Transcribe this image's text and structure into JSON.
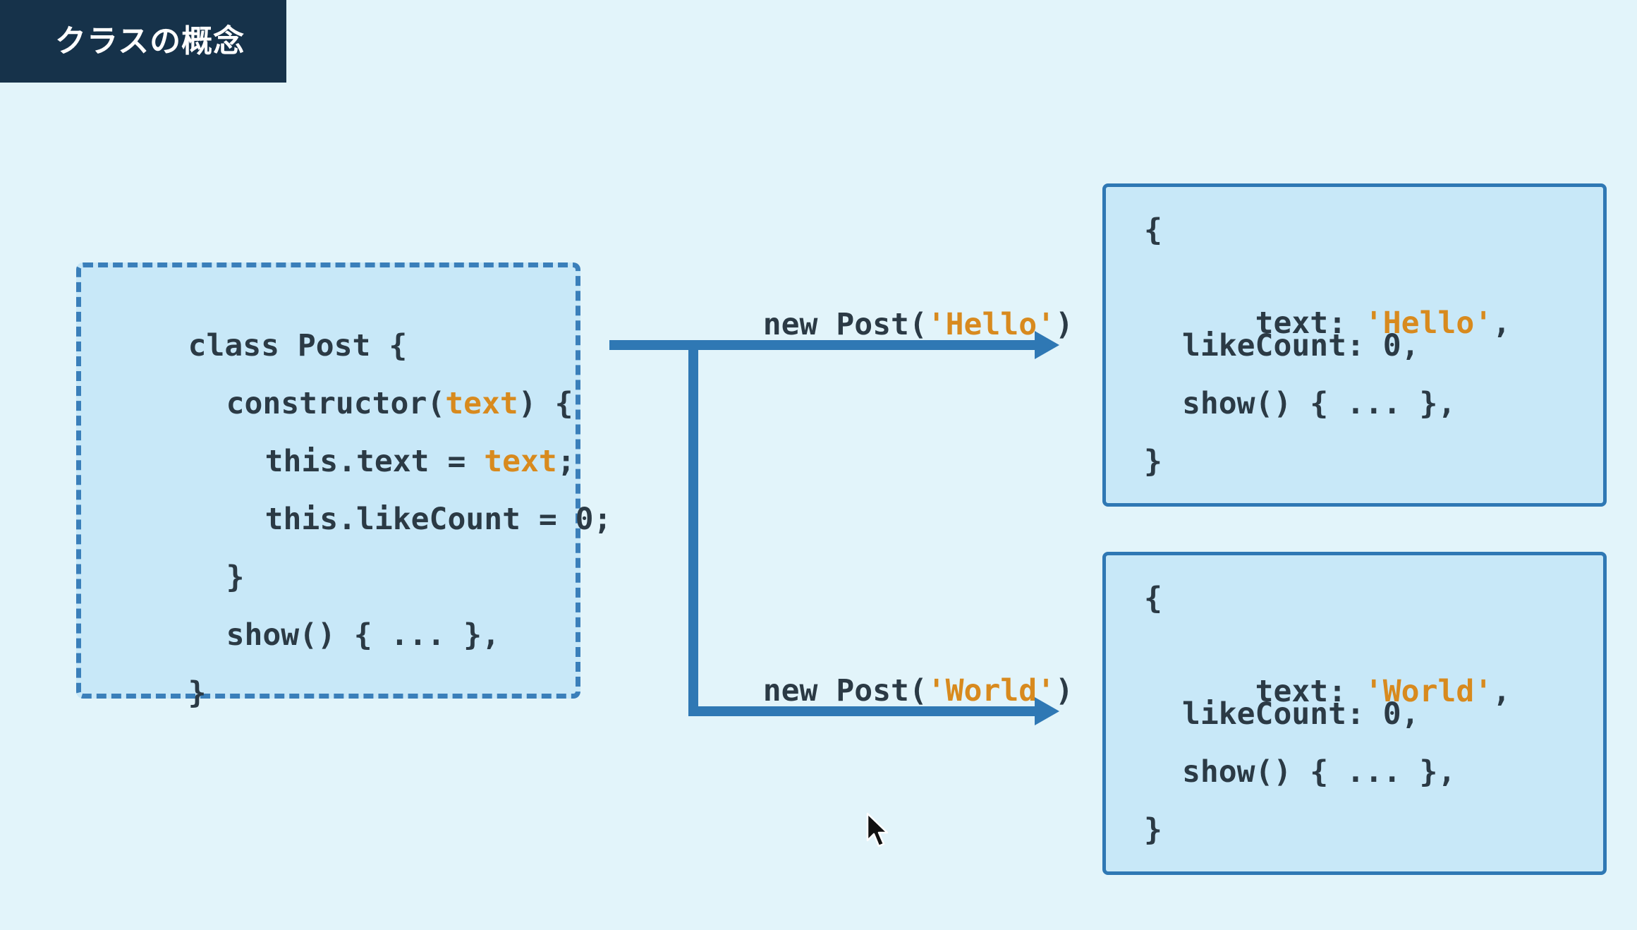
{
  "slide": {
    "title": "クラスの概念"
  },
  "class_block": {
    "lines": [
      [
        {
          "t": "class Post {",
          "s": false
        }
      ],
      [
        {
          "t": "constructor(",
          "s": false
        },
        {
          "t": "text",
          "s": true
        },
        {
          "t": ") {",
          "s": false
        }
      ],
      [
        {
          "t": "this.text = ",
          "s": false
        },
        {
          "t": "text",
          "s": true
        },
        {
          "t": ";",
          "s": false
        }
      ],
      [
        {
          "t": "this.likeCount = 0;",
          "s": false
        }
      ],
      [
        {
          "t": "}",
          "s": false
        }
      ],
      [
        {
          "t": "show() { ... },",
          "s": false
        }
      ],
      [
        {
          "t": "}",
          "s": false
        }
      ]
    ]
  },
  "instantiations": [
    {
      "call_prefix": "new Post(",
      "arg": "'Hello'",
      "call_suffix": ")",
      "object": {
        "open": "{",
        "text_key": "text: ",
        "text_value": "'Hello'",
        "text_suffix": ",",
        "like_count": "likeCount: 0,",
        "show": "show() { ... },",
        "close": "}"
      }
    },
    {
      "call_prefix": "new Post(",
      "arg": "'World'",
      "call_suffix": ")",
      "object": {
        "open": "{",
        "text_key": "text: ",
        "text_value": "'World'",
        "text_suffix": ",",
        "like_count": "likeCount: 0,",
        "show": "show() { ... },",
        "close": "}"
      }
    }
  ],
  "colors": {
    "background": "#e2f4fa",
    "title_bar": "#16324a",
    "box_fill": "#c8e8f8",
    "arrow": "#2f78b4",
    "string_literal": "#d88a1e",
    "code_text": "#2b3a45"
  }
}
